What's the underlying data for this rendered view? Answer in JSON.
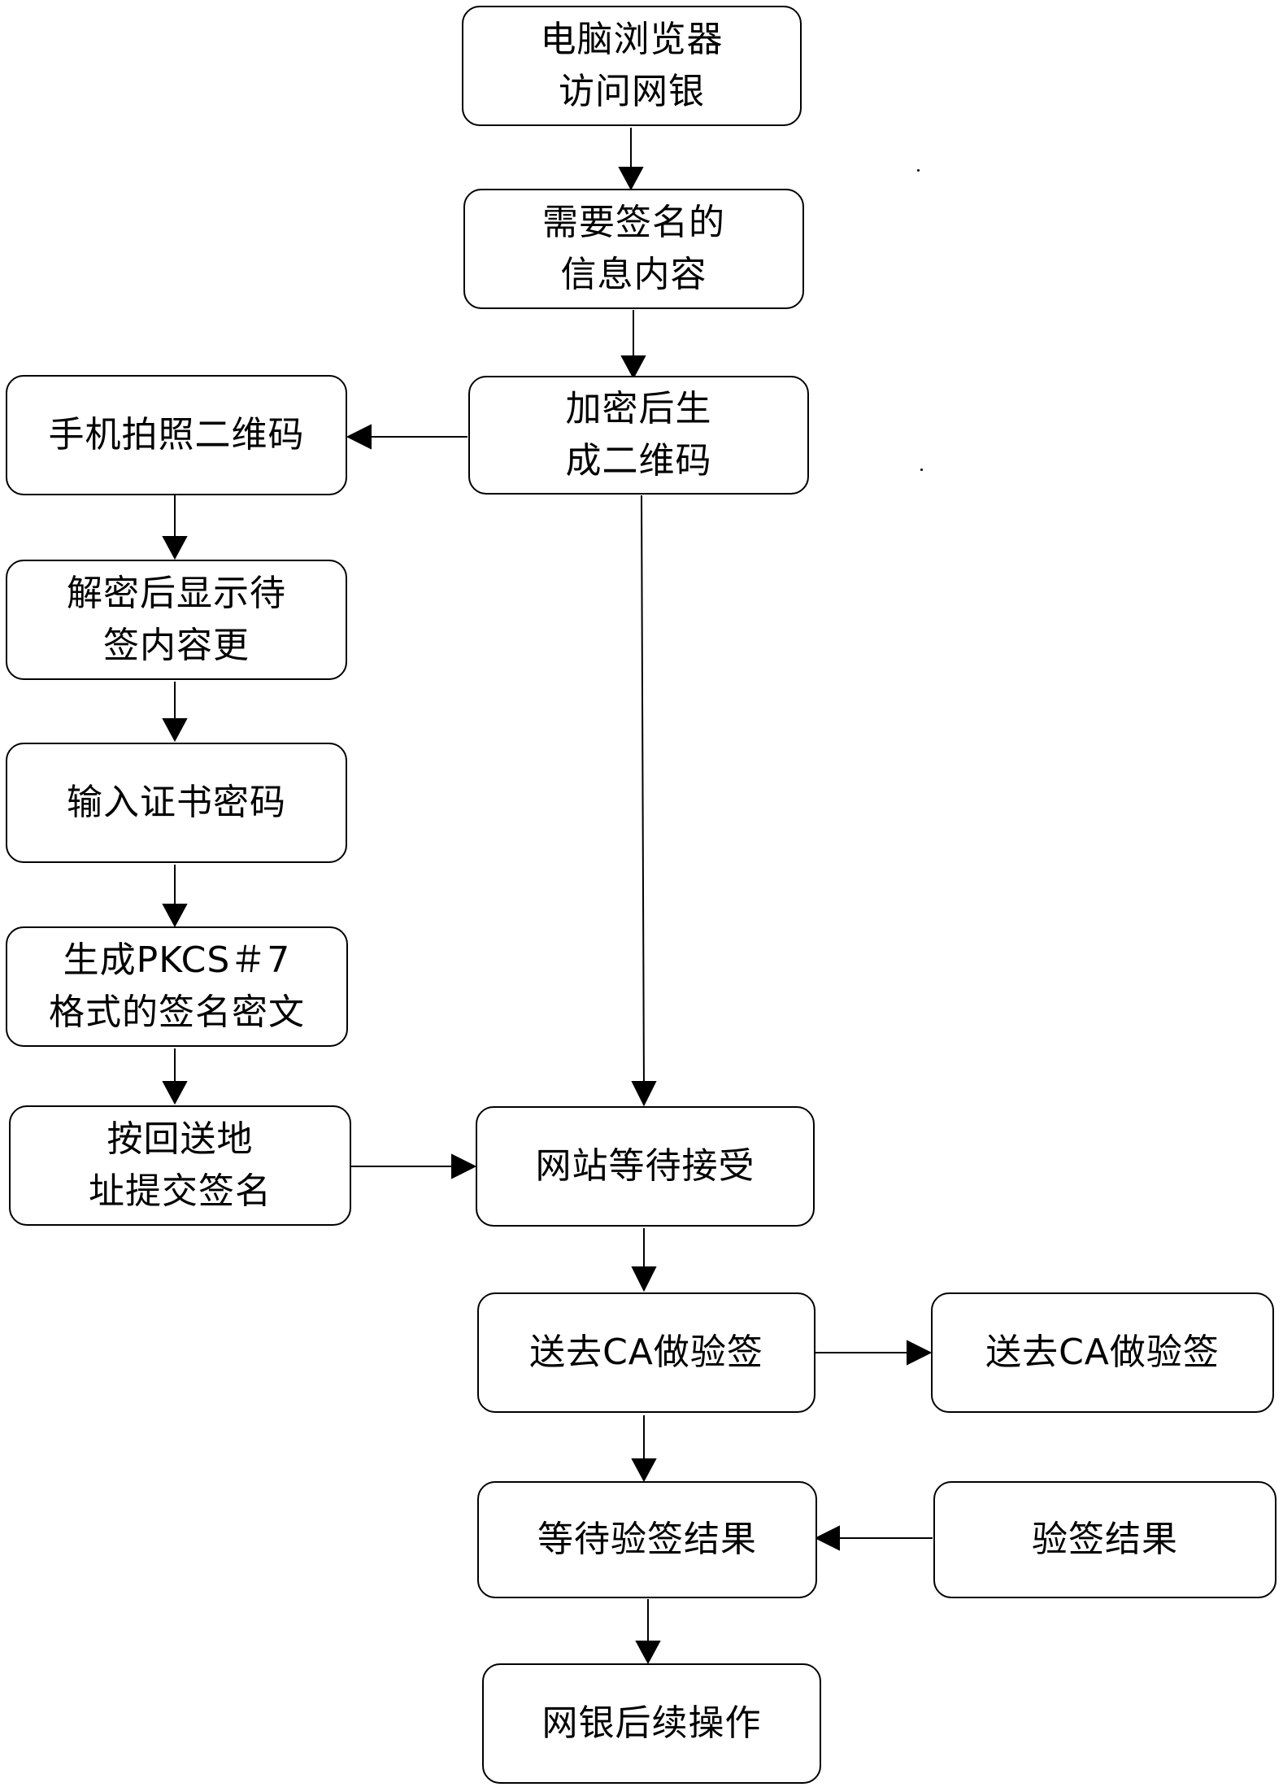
{
  "flowchart": {
    "browser_access": {
      "line1": "电脑浏览器",
      "line2": "访问网银"
    },
    "info_to_sign": {
      "line1": "需要签名的",
      "line2": "信息内容"
    },
    "encrypt_qr": {
      "line1": "加密后生",
      "line2": "成二维码"
    },
    "phone_scan": {
      "line1": "手机拍照二维码"
    },
    "decrypt_display": {
      "line1": "解密后显示待",
      "line2": "签内容更"
    },
    "enter_password": {
      "line1": "输入证书密码"
    },
    "generate_pkcs7": {
      "line1": "生成PKCS＃7",
      "line2": "格式的签名密文"
    },
    "submit_signature": {
      "line1": "按回送地",
      "line2": "址提交签名"
    },
    "site_wait": {
      "line1": "网站等待接受"
    },
    "send_ca_left": {
      "line1": "送去CA做验签"
    },
    "send_ca_right": {
      "line1": "送去CA做验签"
    },
    "wait_result": {
      "line1": "等待验签结果"
    },
    "verify_result": {
      "line1": "验签结果"
    },
    "followup": {
      "line1": "网银后续操作"
    }
  }
}
